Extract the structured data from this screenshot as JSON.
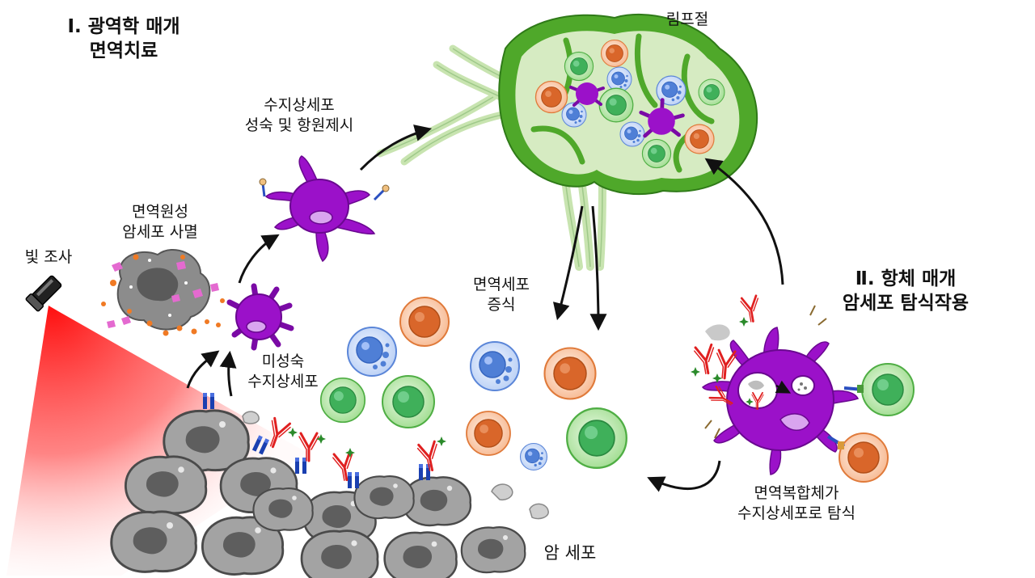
{
  "section1": {
    "line1": "Ⅰ. 광역학 매개",
    "line2": "면역치료"
  },
  "section2": {
    "line1": "Ⅱ. 항체 매개",
    "line2": "암세포 탐식작용"
  },
  "labels": {
    "lymph_node": "림프절",
    "dc_mature": {
      "line1": "수지상세포",
      "line2": "성숙 및 항원제시"
    },
    "icd": {
      "line1": "면역원성",
      "line2": "암세포 사멸"
    },
    "light": "빛 조사",
    "immature_dc": {
      "line1": "미성숙",
      "line2": "수지상세포"
    },
    "proliferation": {
      "line1": "면역세포",
      "line2": "증식"
    },
    "phagocytosis": {
      "line1": "면역복합체가",
      "line2": "수지상세포로 탐식"
    },
    "cancer": "암 세포"
  },
  "colors": {
    "dendritic_cell": "#9b11c9",
    "t_cell_green": "#7ed36e",
    "t_cell_orange": "#f08850",
    "b_cell_blue": "#7fa8ef",
    "lymph_node_rim": "#4fa82a",
    "lymph_node_fill": "#d8ecc4",
    "tumor": "#9a9a9a",
    "light_beam": "#ff2020",
    "antibody": "#e02020",
    "antigen": "#2a7a2a",
    "receptor": "#1a3fb0"
  },
  "icons": [
    "flashlight-icon",
    "dendritic-cell-icon",
    "lymph-node-icon",
    "antibody-icon",
    "tumor-cell-icon",
    "t-cell-icon",
    "b-cell-icon"
  ]
}
